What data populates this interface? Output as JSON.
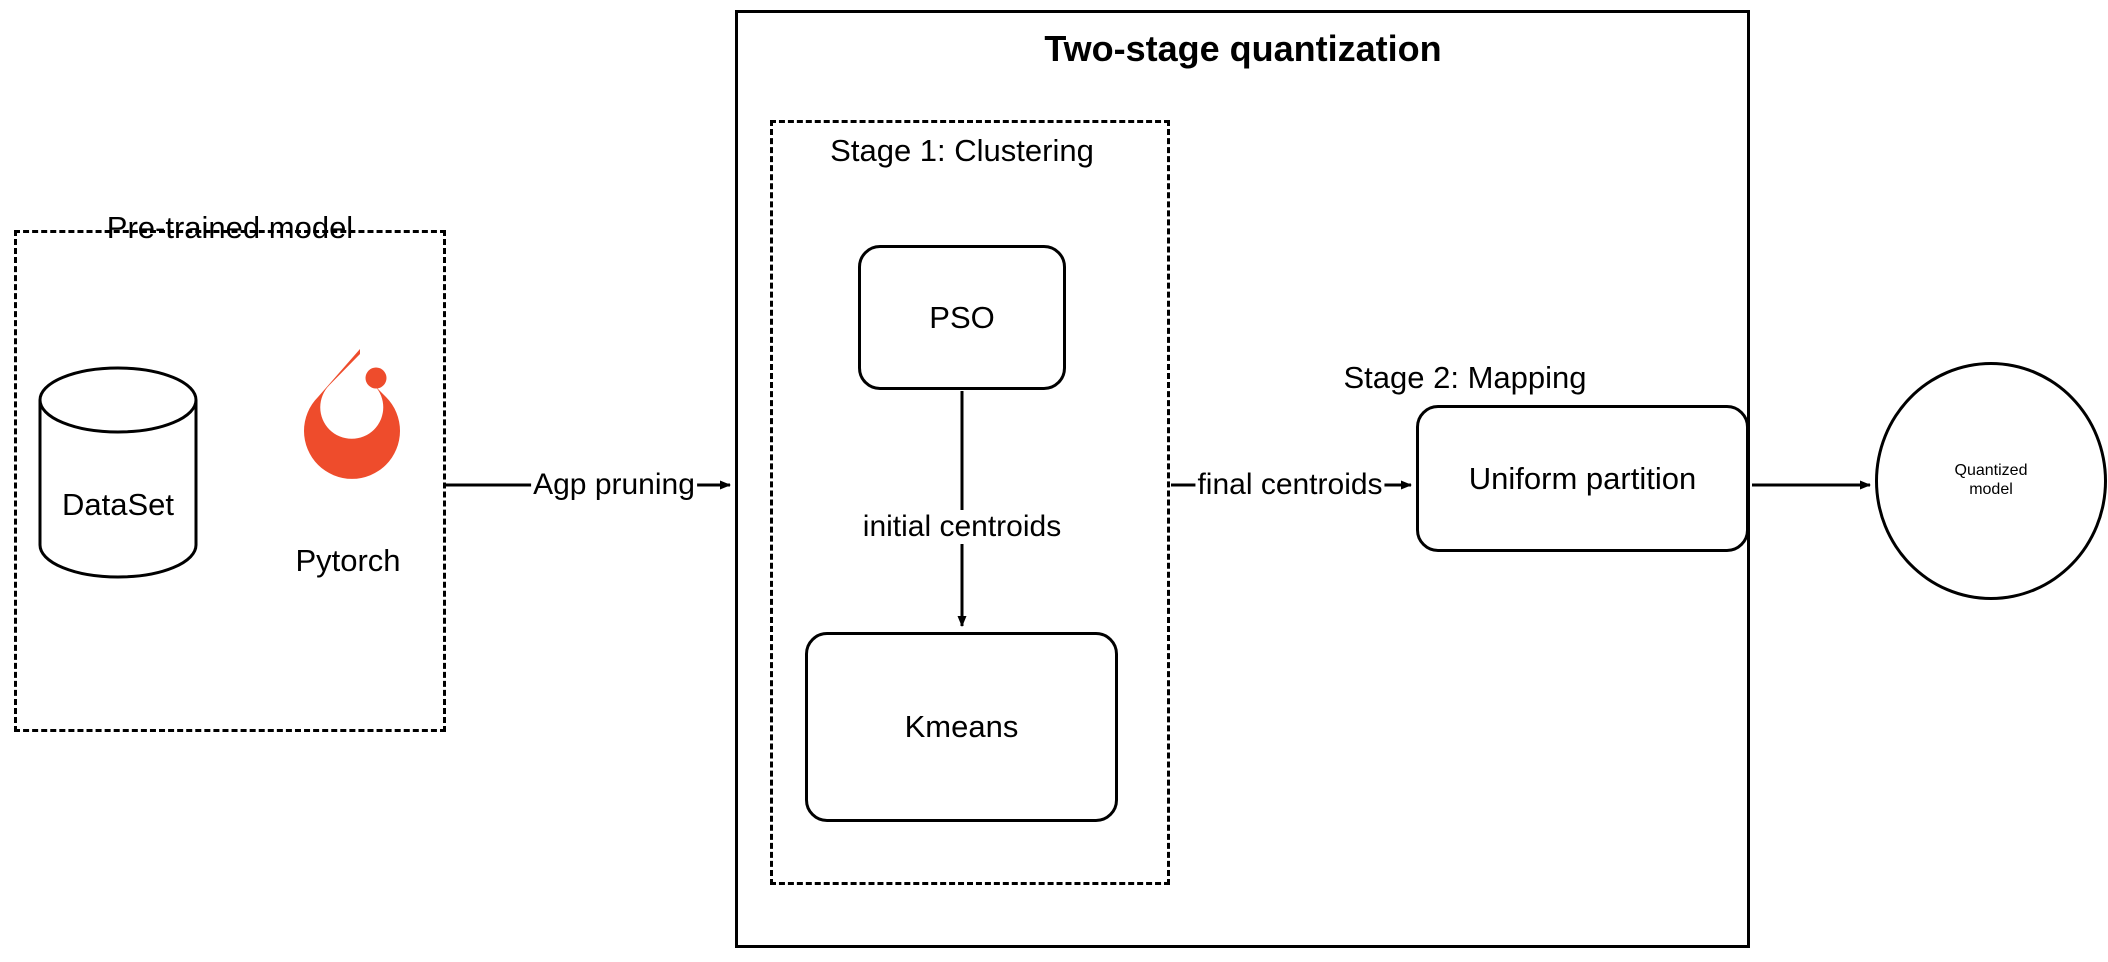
{
  "diagram": {
    "title": "Two-stage quantization",
    "left_group": {
      "caption": "Pre-trained model",
      "dataset_label": "DataSet",
      "framework_label": "Pytorch",
      "framework_icon": "pytorch-flame-icon",
      "framework_color": "#EE4C2C"
    },
    "stage1": {
      "caption": "Stage 1: Clustering",
      "node_pso": "PSO",
      "node_kmeans": "Kmeans",
      "internal_edge_label": "initial centroids"
    },
    "stage2": {
      "caption": "Stage 2: Mapping",
      "node_uniform_partition": "Uniform partition"
    },
    "output": {
      "label_line1": "Quantized",
      "label_line2": "model"
    },
    "edges": [
      {
        "label": "Agp pruning",
        "from": "pre-trained-model",
        "to": "two-stage-quantization"
      },
      {
        "label": "initial centroids",
        "from": "PSO",
        "to": "Kmeans"
      },
      {
        "label": "final centroids",
        "from": "Stage 1: Clustering",
        "to": "Uniform partition"
      },
      {
        "label": "",
        "from": "Uniform partition",
        "to": "Quantized model"
      }
    ],
    "edge_labels": {
      "agp_pruning": "Agp pruning",
      "initial_centroids": "initial centroids",
      "final_centroids": "final centroids"
    },
    "colors": {
      "stroke": "#000000",
      "background": "#ffffff",
      "pytorch_orange": "#EE4C2C"
    }
  }
}
